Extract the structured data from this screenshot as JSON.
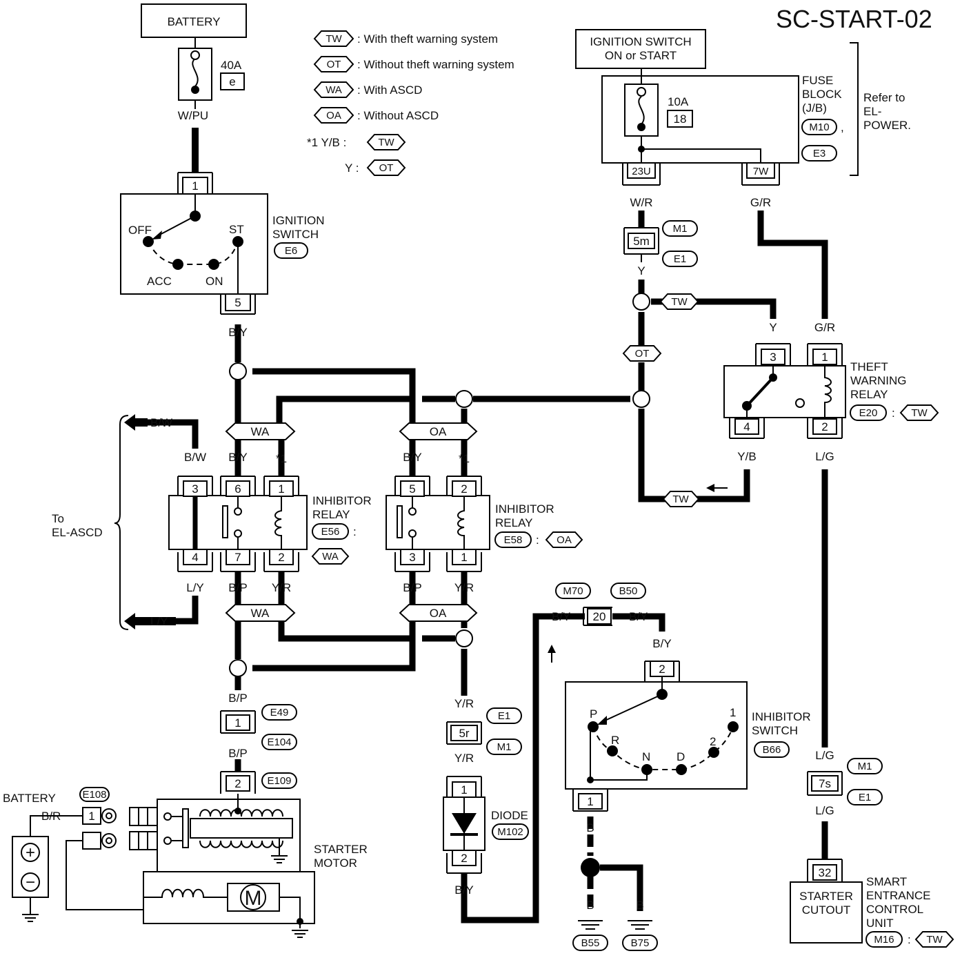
{
  "diagram": {
    "title": "SC-START-02",
    "legend": {
      "tw": {
        "tag": "TW",
        "text": ": With theft warning system"
      },
      "ot": {
        "tag": "OT",
        "text": ": Without theft warning system"
      },
      "wa": {
        "tag": "WA",
        "text": ": With ASCD"
      },
      "oa": {
        "tag": "OA",
        "text": ": Without ASCD"
      },
      "note1_key": "*1  Y/B  :",
      "note1_tag": "TW",
      "note2_key": "Y  :",
      "note2_tag": "OT"
    },
    "battery_top": {
      "label": "BATTERY",
      "fuse_amp": "40A",
      "fuse_id": "e",
      "wire": "W/PU"
    },
    "ignition_switch": {
      "title_1": "IGNITION",
      "title_2": "SWITCH",
      "connector": "E6",
      "pin_top": "1",
      "pin_bottom": "5",
      "pos_off": "OFF",
      "pos_acc": "ACC",
      "pos_on": "ON",
      "pos_st": "ST",
      "wire_out": "B/Y"
    },
    "fuse_block": {
      "box_1": "IGNITION SWITCH",
      "box_2": "ON or START",
      "amp": "10A",
      "fuse_no": "18",
      "title_1": "FUSE",
      "title_2": "BLOCK",
      "title_3": "(J/B)",
      "conn_1": "M10",
      "conn_sep": ",",
      "conn_2": "E3",
      "refer_1": "Refer to",
      "refer_2": "EL-",
      "refer_3": "POWER.",
      "pin_left": "23U",
      "pin_right": "7W",
      "wire_left": "W/R",
      "wire_right": "G/R"
    },
    "joint_5m": {
      "pin": "5m",
      "conn_1": "M1",
      "conn_2": "E1",
      "wire_out": "Y"
    },
    "tags": {
      "tw": "TW",
      "ot": "OT",
      "wa": "WA",
      "oa": "OA"
    },
    "theft_relay": {
      "title_1": "THEFT",
      "title_2": "WARNING",
      "title_3": "RELAY",
      "connector": "E20",
      "sep": ":",
      "tag": "TW",
      "pin_1": "1",
      "pin_2": "2",
      "pin_3": "3",
      "pin_4": "4",
      "wire_y": "Y",
      "wire_gr": "G/R",
      "wire_yb": "Y/B",
      "wire_lg": "L/G"
    },
    "to_ascd": {
      "label_1": "To",
      "label_2": "EL-ASCD",
      "wire_bw": "B/W",
      "wire_ly": "L/Y"
    },
    "inhibitor_relay_wa": {
      "title_1": "INHIBITOR",
      "title_2": "RELAY",
      "connector": "E56",
      "sep": ":",
      "tag": "WA",
      "pin_3": "3",
      "pin_6": "6",
      "pin_1": "1",
      "pin_4": "4",
      "pin_7": "7",
      "pin_2": "2",
      "wire_bw": "B/W",
      "wire_by": "B/Y",
      "wire_star": "*1",
      "wire_ly": "L/Y",
      "wire_bp": "B/P",
      "wire_yr": "Y/R"
    },
    "inhibitor_relay_oa": {
      "title_1": "INHIBITOR",
      "title_2": "RELAY",
      "connector": "E58",
      "sep": ":",
      "tag": "OA",
      "pin_5": "5",
      "pin_2": "2",
      "pin_3": "3",
      "pin_1": "1",
      "wire_by": "B/Y",
      "wire_star": "*1",
      "wire_bp": "B/P",
      "wire_yr": "Y/R"
    },
    "starter_feed": {
      "wire_bp_1": "B/P",
      "pin_1": "1",
      "conn_e49": "E49",
      "conn_e104": "E104",
      "wire_bp_2": "B/P",
      "pin_2": "2",
      "conn_e109": "E109"
    },
    "starter": {
      "title_1": "STARTER",
      "title_2": "MOTOR",
      "motor": "M",
      "battery": "BATTERY",
      "battery_conn": "E108",
      "battery_wire": "B/R",
      "battery_pin": "1",
      "plus": "+",
      "minus": "−"
    },
    "diode": {
      "wire_yr_1": "Y/R",
      "pin_5r": "5r",
      "conn_e1": "E1",
      "conn_m1": "M1",
      "wire_yr_2": "Y/R",
      "title": "DIODE",
      "connector": "M102",
      "pin_1": "1",
      "pin_2": "2",
      "wire_out": "B/Y"
    },
    "inhibitor_switch": {
      "title_1": "INHIBITOR",
      "title_2": "SWITCH",
      "connector": "B66",
      "conn_m70": "M70",
      "conn_b50": "B50",
      "pin_20": "20",
      "wire_by_l": "B/Y",
      "wire_by_r": "B/Y",
      "wire_by_down": "B/Y",
      "pin_2": "2",
      "pin_1": "1",
      "pos_p": "P",
      "pos_r": "R",
      "pos_n": "N",
      "pos_d": "D",
      "pos_2": "2",
      "pos_1": "1",
      "wire_b": "B",
      "ground_b_1": "B",
      "ground_b_2": "B",
      "ground_1": "B55",
      "ground_2": "B75"
    },
    "secu": {
      "wire_lg_1": "L/G",
      "pin_7s": "7s",
      "conn_m1": "M1",
      "conn_e1": "E1",
      "wire_lg_2": "L/G",
      "pin": "32",
      "box_1": "STARTER",
      "box_2": "CUTOUT",
      "title_1": "SMART",
      "title_2": "ENTRANCE",
      "title_3": "CONTROL",
      "title_4": "UNIT",
      "connector": "M16",
      "sep": ":",
      "tag": "TW"
    }
  }
}
